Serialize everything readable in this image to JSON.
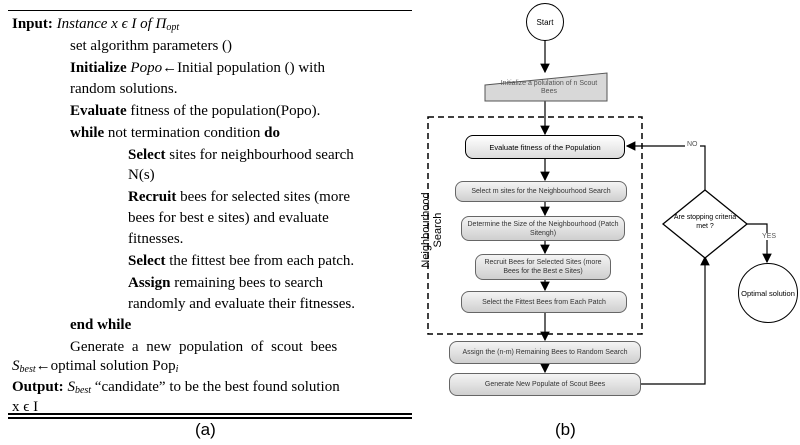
{
  "algorithm": {
    "input_kw": "Input:",
    "input_text": " Instance x ϵ I of Π",
    "input_sub": "opt",
    "set_params": "set algorithm parameters ()",
    "init_kw": "Initialize",
    "init_var": "Popo",
    "init_rest": "←Initial population () with",
    "init_cont": "random solutions.",
    "eval_kw": "Evaluate",
    "eval_text": " fitness of the population(Popo).",
    "while_kw": "while",
    "while_text": " not termination condition ",
    "do_kw": "do",
    "select_kw": "Select",
    "select_text": " sites for neighbourhood search",
    "select_cont": "N(s)",
    "recruit_kw": "Recruit",
    "recruit_text": " bees for selected sites (more",
    "recruit_cont1": "bees for best e sites) and evaluate",
    "recruit_cont2": "fitnesses.",
    "select2_kw": "Select",
    "select2_text": " the fittest bee from each patch.",
    "assign_kw": "Assign",
    "assign_text": " remaining bees to search",
    "assign_cont": "randomly and evaluate their fitnesses.",
    "endwhile_kw": "end while",
    "generate": "Generate a new population of scout bees",
    "sbest": "S",
    "sbest_sub": "best",
    "sbest_rest": "←optimal solution Pop",
    "sbest_i": "i",
    "output_kw": "Output:",
    "output_s": " S",
    "output_sub": "best",
    "output_rest": " “candidate” to be the best found solution",
    "output_cont": "x ϵ I"
  },
  "caption_a": "(a)",
  "caption_b": "(b)",
  "flowchart": {
    "start": "Start",
    "init_box": "Initialize a polulation of n Scout Bees",
    "evaluate": "Evaluate fitness of the Population",
    "select_sites": "Select m sites for the Neighbourhood Search",
    "determine_size": "Determine the Size of the Neighbourhood (Patch Sitengh)",
    "recruit": "Recruit Bees for Selected Sites (more Bees for the Best e Sites)",
    "select_fittest": "Select the Fittest Bees from Each Patch",
    "assign": "Assign the (n-m) Remaining Bees to Random Search",
    "generate": "Generate New Populate of Scout Bees",
    "neighbourhood_label": "Neighbourhood Search",
    "decision": "Are stopping criteria met ?",
    "no_label": "NO",
    "yes_label": "YES",
    "optimal": "Optimal solution"
  }
}
